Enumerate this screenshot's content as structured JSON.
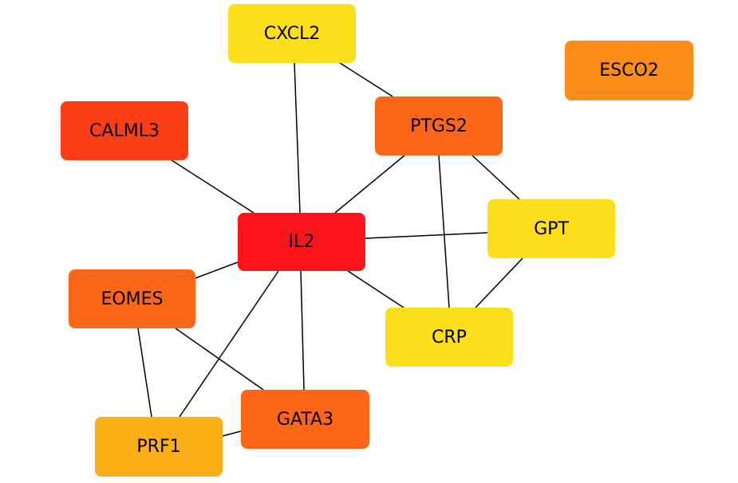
{
  "diagram": {
    "nodes": [
      {
        "id": "CXCL2",
        "label": "CXCL2",
        "color": "#FCDE1B"
      },
      {
        "id": "ESCO2",
        "label": "ESCO2",
        "color": "#FB8C16"
      },
      {
        "id": "CALML3",
        "label": "CALML3",
        "color": "#FC3E17"
      },
      {
        "id": "PTGS2",
        "label": "PTGS2",
        "color": "#FC6619"
      },
      {
        "id": "GPT",
        "label": "GPT",
        "color": "#FCDE1B"
      },
      {
        "id": "IL2",
        "label": "IL2",
        "color": "#FC141B"
      },
      {
        "id": "EOMES",
        "label": "EOMES",
        "color": "#FC6619"
      },
      {
        "id": "CRP",
        "label": "CRP",
        "color": "#FCDE1B"
      },
      {
        "id": "GATA3",
        "label": "GATA3",
        "color": "#FC6619"
      },
      {
        "id": "PRF1",
        "label": "PRF1",
        "color": "#FCAF16"
      }
    ],
    "edges": [
      [
        "CXCL2",
        "PTGS2"
      ],
      [
        "CXCL2",
        "IL2"
      ],
      [
        "CALML3",
        "IL2"
      ],
      [
        "PTGS2",
        "IL2"
      ],
      [
        "PTGS2",
        "GPT"
      ],
      [
        "PTGS2",
        "CRP"
      ],
      [
        "GPT",
        "IL2"
      ],
      [
        "GPT",
        "CRP"
      ],
      [
        "IL2",
        "CRP"
      ],
      [
        "IL2",
        "EOMES"
      ],
      [
        "IL2",
        "GATA3"
      ],
      [
        "IL2",
        "PRF1"
      ],
      [
        "EOMES",
        "GATA3"
      ],
      [
        "EOMES",
        "PRF1"
      ],
      [
        "GATA3",
        "PRF1"
      ]
    ],
    "edge_color": "#000000"
  }
}
